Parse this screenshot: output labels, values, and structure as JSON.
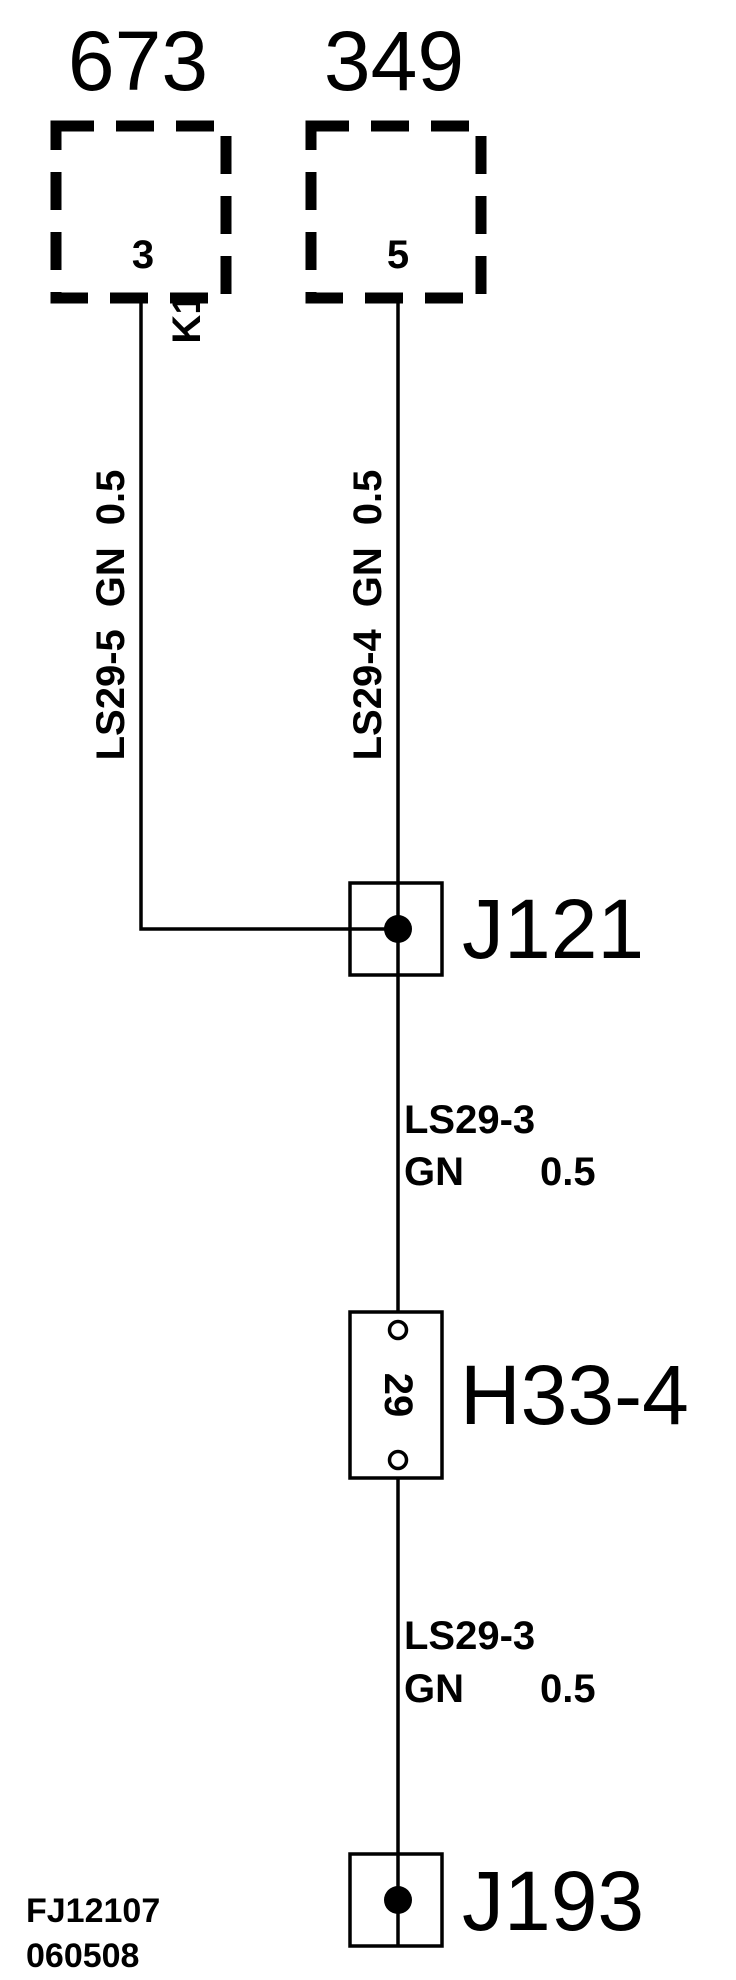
{
  "modules": {
    "left": {
      "id": "673",
      "pin": "3",
      "pin_tag": "K1"
    },
    "right": {
      "id": "349",
      "pin": "5"
    }
  },
  "wires": {
    "left": {
      "circuit": "LS29-5",
      "color": "GN",
      "size": "0.5"
    },
    "right": {
      "circuit": "LS29-4",
      "color": "GN",
      "size": "0.5"
    },
    "middle": {
      "circuit": "LS29-3",
      "color": "GN",
      "size": "0.5"
    },
    "bottom": {
      "circuit": "LS29-3",
      "color": "GN",
      "size": "0.5"
    }
  },
  "splices": {
    "top": {
      "id": "J121"
    },
    "bottom": {
      "id": "J193"
    }
  },
  "connector": {
    "id": "H33-4",
    "pin": "29"
  },
  "footer": {
    "line1": "FJ12107",
    "line2": "060508"
  }
}
